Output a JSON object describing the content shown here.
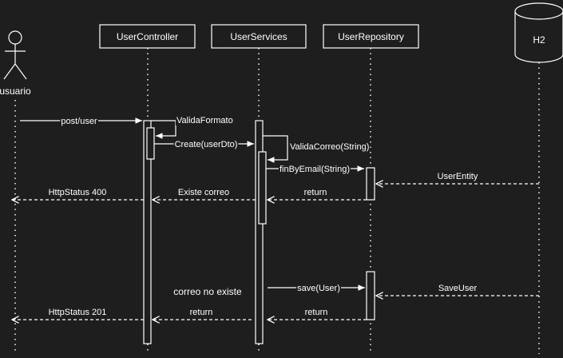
{
  "diagram": {
    "type": "sequence",
    "colors": {
      "background": "#1e1e1e",
      "stroke": "#ffffff",
      "text": "#ffffff"
    },
    "participants": {
      "actor": {
        "label": "usuario",
        "icon": "stick-figure-icon"
      },
      "controller": {
        "label": "UserController"
      },
      "services": {
        "label": "UserServices"
      },
      "repository": {
        "label": "UserRepository"
      },
      "database": {
        "label": "H2",
        "icon": "database-cylinder-icon"
      }
    },
    "messages": {
      "post_user": "post/user",
      "valida_formato": "ValidaFormato",
      "create": "Create(userDto)",
      "valida_correo": "ValidaCorreo(String)",
      "fin_by_email": "finByEmail(String)",
      "user_entity": "UserEntity",
      "return_repo_1": "return",
      "existe_correo": "Existe correo",
      "status_400": "HttpStatus 400",
      "correo_no_existe": "correo no existe",
      "save": "save(User)",
      "save_user": "SaveUser",
      "return_repo_2": "return",
      "return_services": "return",
      "status_201": "HttpStatus 201"
    }
  }
}
